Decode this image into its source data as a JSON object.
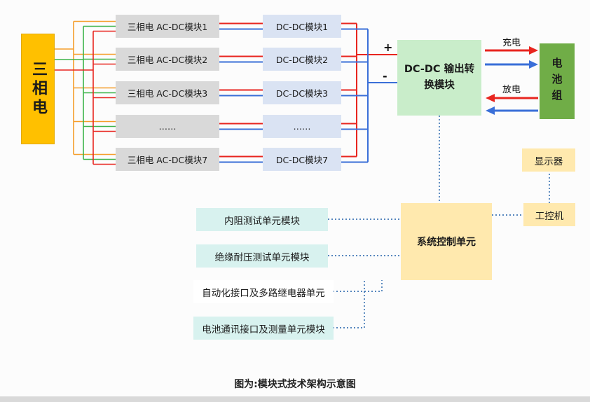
{
  "caption": "图为:模块式技术架构示意图",
  "source": {
    "label": "三相电"
  },
  "acdc_modules": [
    "三相电 AC-DC模块1",
    "三相电 AC-DC模块2",
    "三相电 AC-DC模块3",
    "……",
    "三相电 AC-DC模块7"
  ],
  "dcdc_modules": [
    "DC-DC模块1",
    "DC-DC模块2",
    "DC-DC模块3",
    "……",
    "DC-DC模块7"
  ],
  "output_module": {
    "label": "DC-DC 输出转换模块",
    "plus": "+",
    "minus": "-"
  },
  "battery": {
    "label": "电池组",
    "charge_label": "充电",
    "discharge_label": "放电"
  },
  "control": {
    "label": "系统控制单元"
  },
  "display": {
    "label": "显示器"
  },
  "ipc": {
    "label": "工控机"
  },
  "test_modules": [
    "内阻测试单元模块",
    "绝缘耐压测试单元模块",
    "自动化接口及多路继电器单元",
    "电池通讯接口及测量单元模块"
  ],
  "colors": {
    "source_fill": "#FFC000",
    "acdc_fill": "#D9D9D9",
    "dcdc_fill": "#DAE3F3",
    "output_fill": "#C9EDCA",
    "battery_fill": "#70AD47",
    "control_fill": "#FFE9AE",
    "test_fill": "#D8F2EF",
    "phase_orange": "#F59E2B",
    "phase_green": "#3CB44A",
    "phase_red": "#E8251F",
    "dc_red": "#E8251F",
    "dc_blue": "#3A6FD8",
    "dashed_blue": "#1F5FA8"
  }
}
